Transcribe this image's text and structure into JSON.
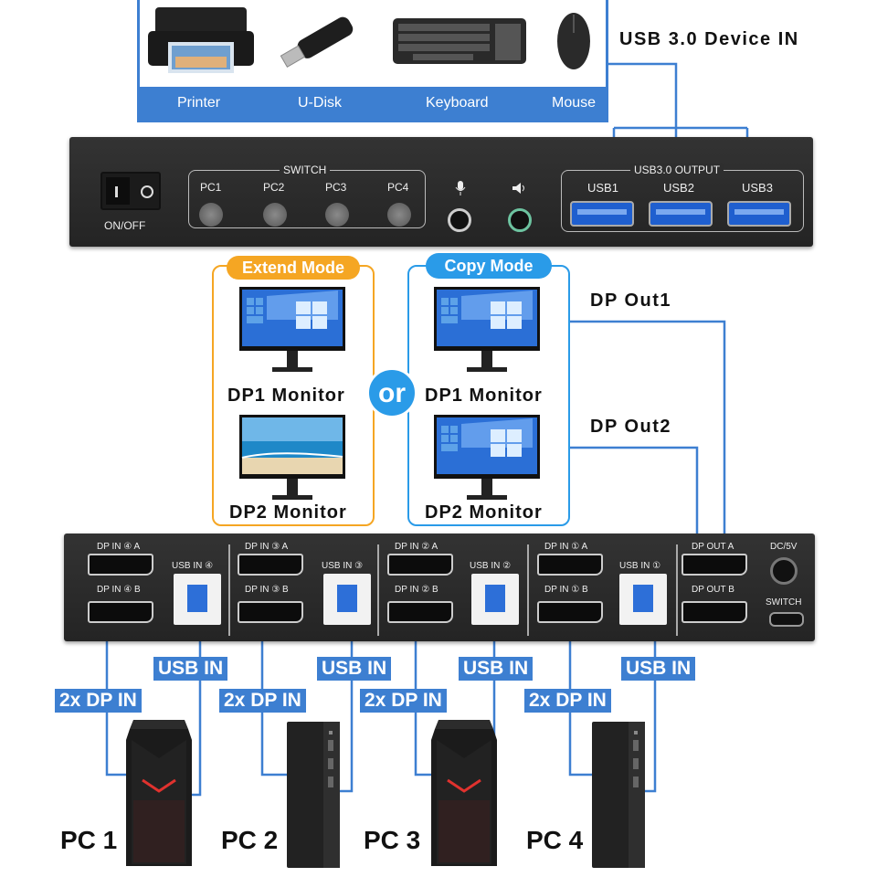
{
  "devices": {
    "heading": "USB 3.0 Device IN",
    "items": [
      {
        "label": "Printer",
        "icon": "printer-icon"
      },
      {
        "label": "U-Disk",
        "icon": "usb-disk-icon"
      },
      {
        "label": "Keyboard",
        "icon": "keyboard-icon"
      },
      {
        "label": "Mouse",
        "icon": "mouse-icon"
      }
    ]
  },
  "front_panel": {
    "power_label": "ON/OFF",
    "switch_label": "SWITCH",
    "buttons": [
      "PC1",
      "PC2",
      "PC3",
      "PC4"
    ],
    "usb_output_label": "USB3.0 OUTPUT",
    "usb_ports": [
      "USB1",
      "USB2",
      "USB3"
    ]
  },
  "modes": {
    "extend": {
      "badge": "Extend Mode",
      "monitor1": "DP1 Monitor",
      "monitor2": "DP2 Monitor"
    },
    "copy": {
      "badge": "Copy Mode",
      "monitor1": "DP1 Monitor",
      "monitor2": "DP2 Monitor"
    },
    "or_label": "or"
  },
  "outputs": {
    "dp_out1": "DP Out1",
    "dp_out2": "DP Out2"
  },
  "back_panel": {
    "groups": [
      {
        "dp_a": "DP IN ④ A",
        "dp_b": "DP IN ④ B",
        "usb": "USB IN ④"
      },
      {
        "dp_a": "DP IN ③ A",
        "dp_b": "DP IN ③ B",
        "usb": "USB IN ③"
      },
      {
        "dp_a": "DP IN ② A",
        "dp_b": "DP IN ② B",
        "usb": "USB IN ②"
      },
      {
        "dp_a": "DP IN ① A",
        "dp_b": "DP IN ① B",
        "usb": "USB IN ①"
      }
    ],
    "dp_out_a": "DP OUT A",
    "dp_out_b": "DP OUT B",
    "dc": "DC/5V",
    "switch": "SWITCH"
  },
  "pcs": [
    {
      "name": "PC 1",
      "usb": "USB IN",
      "dp": "2x DP IN"
    },
    {
      "name": "PC 2",
      "usb": "USB IN",
      "dp": "2x DP IN"
    },
    {
      "name": "PC 3",
      "usb": "USB IN",
      "dp": "2x DP IN"
    },
    {
      "name": "PC 4",
      "usb": "USB IN",
      "dp": "2x DP IN"
    }
  ],
  "colors": {
    "cable_blue": "#3d7fd1",
    "extend_orange": "#f5a623",
    "copy_blue": "#2a9be8",
    "panel": "#2b2b2b"
  }
}
